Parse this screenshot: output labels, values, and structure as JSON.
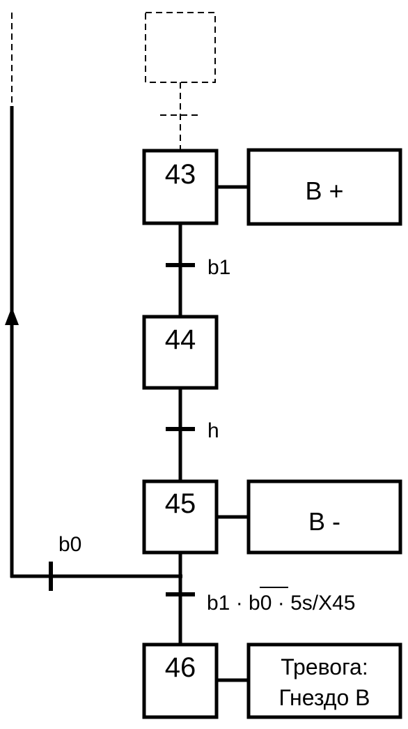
{
  "steps": [
    {
      "id": "43",
      "label": "43",
      "action": "B +"
    },
    {
      "id": "44",
      "label": "44"
    },
    {
      "id": "45",
      "label": "45",
      "action": "B -"
    },
    {
      "id": "46",
      "label": "46",
      "action_lines": [
        "Тревога:",
        "Гнездо B"
      ]
    }
  ],
  "transitions": {
    "t43_44": "b1",
    "t44_45": "h",
    "t45_46_parts": [
      "b1 · ",
      "b0",
      " · 5s/X45"
    ],
    "t45_back": "b0"
  }
}
